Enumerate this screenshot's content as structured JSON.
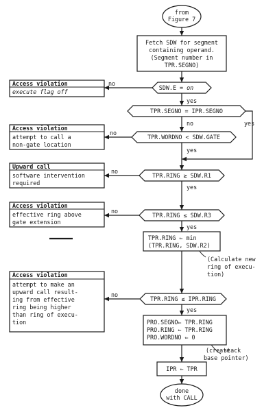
{
  "terminators": {
    "start": [
      "from",
      "Figure 7"
    ],
    "end": [
      "done",
      "with CALL"
    ]
  },
  "steps": {
    "fetch": [
      "Fetch SDW for segment",
      "containing operand.",
      "(Segment number in",
      "TPR.SEGNO)"
    ],
    "min": [
      "TPR.RING ⇐ min",
      "(TPR.RING, SDW.R2)"
    ],
    "pro": [
      "PRO.SEGNO⇐ TPR.RING",
      "PRO.RING ⇐ TPR.RING",
      "PRO.WORDNO ⇐  0"
    ],
    "ipr": "IPR ⇐ TPR"
  },
  "decisions": {
    "d1": {
      "pre": "SDW.E = ",
      "em": "on"
    },
    "d2": "TPR.SEGNO = IPR.SEGNO",
    "d3": "TPR.WORDNO < SDW.GATE",
    "d4": "TPR.RING ≥ SDW.R1",
    "d5": "TPR.RING  ≤ SDW.R3",
    "d6": "TPR.RING ≤ IPR.RING"
  },
  "errors": {
    "e1": {
      "title": "Access violation",
      "lines": [
        "execute flag off"
      ]
    },
    "e2": {
      "title": "Access violation",
      "lines": [
        "attempt to call a",
        "non-gate location"
      ]
    },
    "e3": {
      "title": "Upward call",
      "lines": [
        "software intervention",
        "required"
      ]
    },
    "e4": {
      "title": "Access violation",
      "lines": [
        "effective ring above",
        "gate extension"
      ]
    },
    "e5": {
      "title": "Access violation",
      "lines": [
        "attempt to make an",
        "upward call result-",
        "ing from effective",
        "ring being higher",
        "than ring of execu-",
        "tion"
      ]
    }
  },
  "labels": {
    "yes": "yes",
    "no": "no"
  },
  "notes": {
    "calc": [
      "(Calculate new",
      "ring of execu-",
      "tion)"
    ],
    "stack": [
      "(create",
      "stack",
      "base pointer)"
    ]
  }
}
